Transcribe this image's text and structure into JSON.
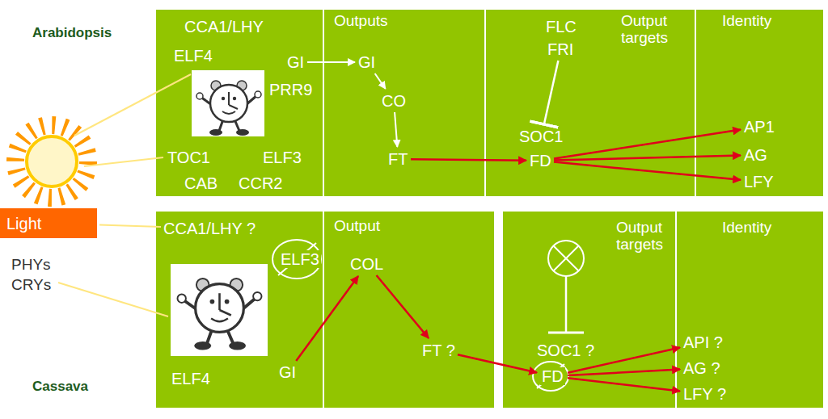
{
  "diagram": {
    "nodes": [
      {
        "text": [
          "Outputs",
          "Output targets",
          "Identity"
        ]
      },
      {
        "text": [
          "CCA1/LHY"
        ],
        "in": 0
      },
      {
        "text": [
          "ELF4"
        ],
        "in": 0
      },
      {
        "text": [
          "GI"
        ],
        "in": 0
      },
      {
        "text": [
          "PRR9"
        ],
        "in": 0
      },
      {
        "text": [
          "TOC1"
        ],
        "in": 0
      },
      {
        "text": [
          "ELF3"
        ],
        "in": 0
      },
      {
        "text": [
          "CAB"
        ],
        "in": 0
      },
      {
        "text": [
          "CCR2"
        ],
        "in": 0
      },
      {
        "text": [
          "GI"
        ],
        "in": 0
      },
      {
        "text": [
          "CO"
        ],
        "in": 0
      },
      {
        "text": [
          "FT"
        ],
        "in": 0
      },
      {
        "text": [
          "FLC"
        ],
        "in": 0
      },
      {
        "text": [
          "FRI"
        ],
        "in": 0
      },
      {
        "text": [
          "SOC1"
        ],
        "in": 0
      },
      {
        "text": [
          "FD"
        ],
        "in": 0
      },
      {
        "text": [
          "AP1"
        ],
        "in": 0
      },
      {
        "text": [
          "AG"
        ],
        "in": 0
      },
      {
        "text": [
          "LFY"
        ],
        "in": 0
      },
      {
        "text": [
          "Light"
        ]
      },
      {
        "text": [
          "Output"
        ]
      },
      {
        "text": [
          "CCA1/LHY ?"
        ],
        "in": 20
      },
      {
        "text": [
          "ELF3"
        ],
        "in": 20
      },
      {
        "text": [
          "COL"
        ],
        "in": 20
      },
      {
        "text": [
          "GI"
        ],
        "in": 20
      },
      {
        "text": [
          "FT ?"
        ],
        "in": 20
      },
      {
        "text": [
          "ELF4"
        ],
        "in": 20
      },
      {
        "text": [
          "Output targets",
          "Identity"
        ]
      },
      {
        "text": [
          "SOC1 ?"
        ],
        "in": 27
      },
      {
        "text": [
          "FD"
        ],
        "in": 27
      },
      {
        "text": [
          "API ?"
        ],
        "in": 27
      },
      {
        "text": [
          "AG ?"
        ],
        "in": 27
      },
      {
        "text": [
          "LFY ?"
        ],
        "in": 27
      }
    ],
    "edges": [
      {
        "from": 3,
        "to": 9,
        "arrow": "to"
      },
      {
        "from": 9,
        "to": 10,
        "arrow": "to"
      },
      {
        "from": 10,
        "to": 11,
        "arrow": "to"
      },
      {
        "from": 11,
        "to": 15,
        "arrow": "to"
      },
      {
        "from": 13,
        "to": 14,
        "arrow": "to"
      },
      {
        "from": 15,
        "to": 16,
        "arrow": "to"
      },
      {
        "from": 15,
        "to": 17,
        "arrow": "to"
      },
      {
        "from": 15,
        "to": 18,
        "arrow": "to"
      },
      {
        "from": 19,
        "to": 21,
        "arrow": "none"
      },
      {
        "from": 24,
        "to": 23,
        "arrow": "to"
      },
      {
        "from": 23,
        "to": 25,
        "arrow": "to"
      },
      {
        "from": 25,
        "to": 29,
        "arrow": "to"
      },
      {
        "from": 29,
        "to": 30,
        "arrow": "to"
      },
      {
        "from": 29,
        "to": 31,
        "arrow": "to"
      },
      {
        "from": 29,
        "to": 32,
        "arrow": "to"
      }
    ],
    "labels": [
      "Arabidopsis",
      "PHYs",
      "CRYs",
      "Cassava"
    ]
  }
}
